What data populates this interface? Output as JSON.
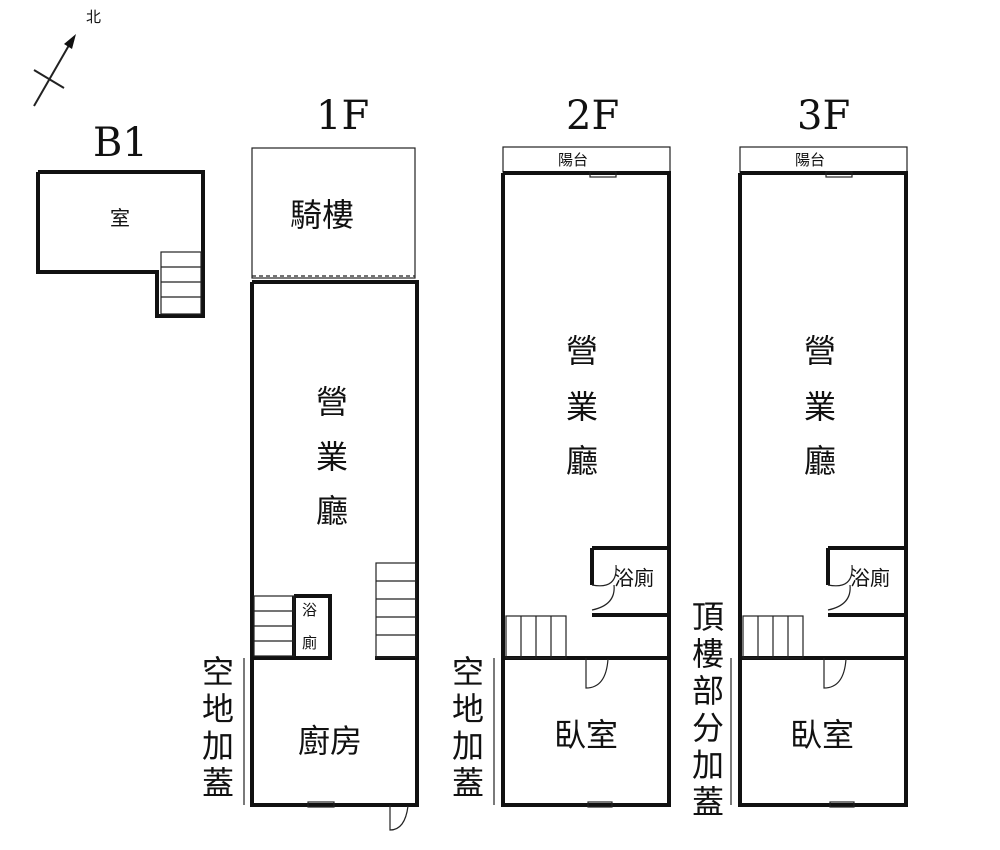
{
  "compass": {
    "label": "北"
  },
  "floors": {
    "b1": {
      "title": "B1",
      "room": "室"
    },
    "f1": {
      "title": "1F",
      "arcade": "騎樓",
      "hall": [
        "營",
        "業",
        "廳"
      ],
      "bath": [
        "浴",
        "廁"
      ],
      "kitchen": "廚房",
      "side_note": [
        "空",
        "地",
        "加",
        "蓋"
      ]
    },
    "f2": {
      "title": "2F",
      "balcony": "陽台",
      "hall": [
        "營",
        "業",
        "廳"
      ],
      "bath": "浴廁",
      "bedroom": "臥室",
      "side_note": [
        "空",
        "地",
        "加",
        "蓋"
      ]
    },
    "f3": {
      "title": "3F",
      "balcony": "陽台",
      "hall": [
        "營",
        "業",
        "廳"
      ],
      "bath": "浴廁",
      "bedroom": "臥室",
      "side_note": [
        "頂",
        "樓",
        "部",
        "分",
        "加",
        "蓋"
      ]
    }
  }
}
